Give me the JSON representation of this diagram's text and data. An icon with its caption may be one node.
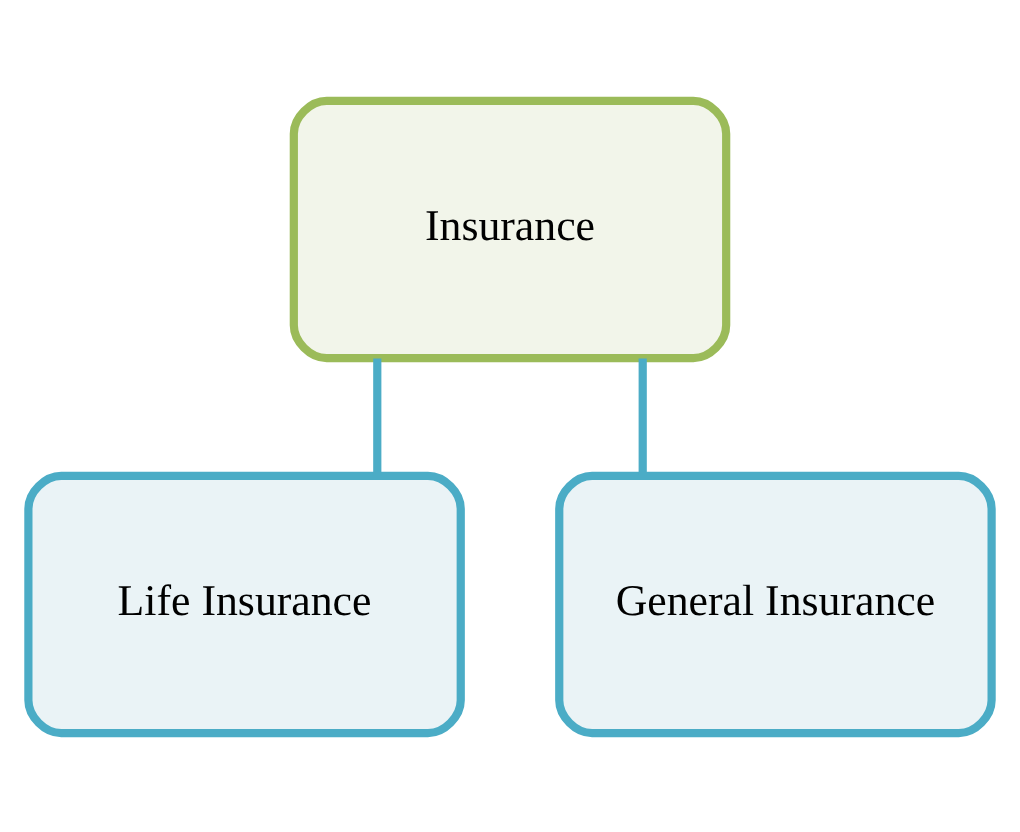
{
  "diagram": {
    "nodes": [
      {
        "text": [
          "Insurance"
        ]
      },
      {
        "text": [
          "Life Insurance"
        ]
      },
      {
        "text": [
          "General Insurance"
        ]
      }
    ],
    "edges": [
      {
        "from": 0,
        "to": 1,
        "arrow": "none"
      },
      {
        "from": 0,
        "to": 2,
        "arrow": "none"
      }
    ]
  }
}
